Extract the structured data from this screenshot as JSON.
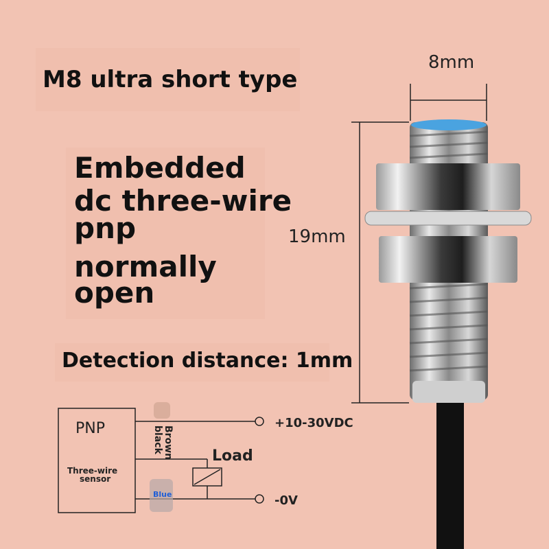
{
  "title": "M8 ultra short type",
  "features": {
    "line1": "Embedded",
    "line2": "dc three-wire",
    "line3": "pnp",
    "line4": "normally",
    "line5": "open"
  },
  "detection": "Detection distance: 1mm",
  "dimensions": {
    "width": "8mm",
    "height": "19mm"
  },
  "wiring": {
    "box_title": "PNP",
    "box_subtitle_1": "Three-wire",
    "box_subtitle_2": "sensor",
    "wire_brown": "Brown",
    "wire_black": "black",
    "wire_blue": "Blue",
    "load_label": "Load",
    "supply_positive": "+10-30VDC",
    "supply_negative": "-0V"
  },
  "colors": {
    "background": "#f2c3b3",
    "text": "#111111",
    "cable": "#111111",
    "blue_cap": "#4aa3e0"
  }
}
